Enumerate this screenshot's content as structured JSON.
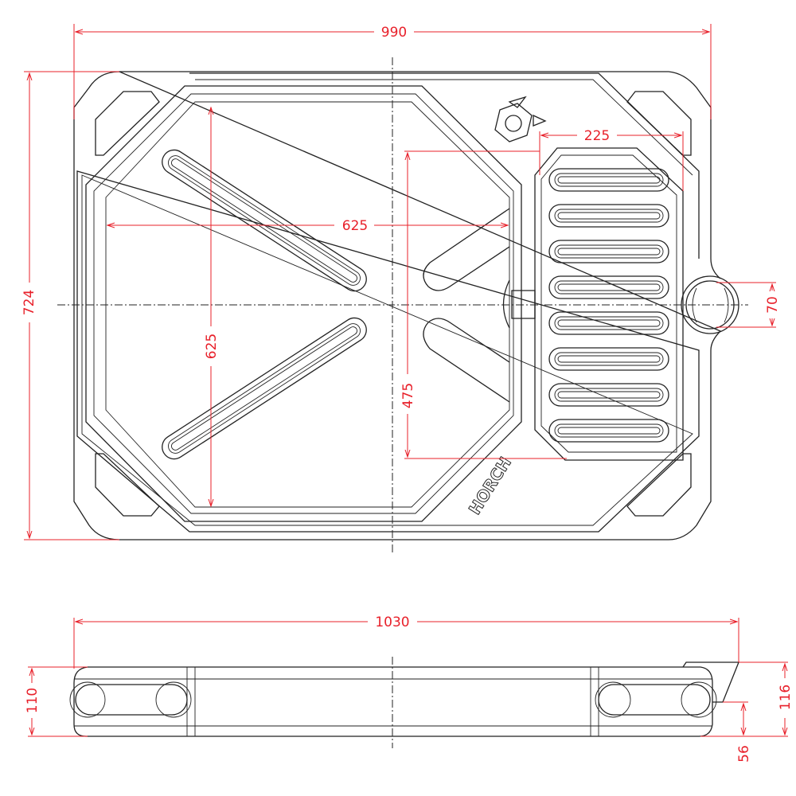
{
  "title": "Tray technical drawing",
  "logo_text": "HORCH",
  "colors": {
    "dimension": "#e8202a",
    "outline": "#222222"
  },
  "dimensions": {
    "overall_width": "990",
    "overall_depth": "724",
    "basin_width": "625",
    "basin_depth": "625",
    "drainer_depth": "475",
    "drainer_width": "225",
    "outlet_diameter": "70",
    "side_length": "1030",
    "side_height": "110",
    "side_height_outlet": "116",
    "outlet_height": "56"
  }
}
